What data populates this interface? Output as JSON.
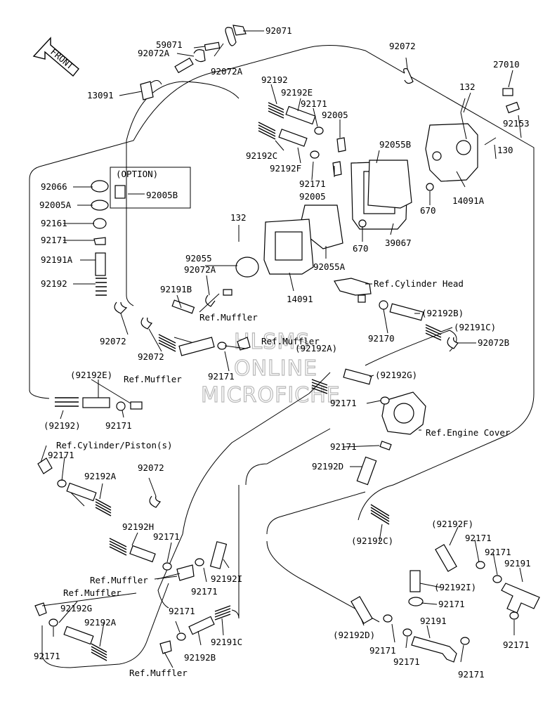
{
  "front_label": "FRONT",
  "option_label": "(OPTION)",
  "watermark": [
    "HLSMS",
    "ONLINE",
    "MICROFICHE"
  ],
  "labels": [
    {
      "id": "59071",
      "text": "59071"
    },
    {
      "id": "92071",
      "text": "92071"
    },
    {
      "id": "92072A_1",
      "text": "92072A"
    },
    {
      "id": "92072A_2",
      "text": "92072A"
    },
    {
      "id": "92072_1",
      "text": "92072"
    },
    {
      "id": "27010",
      "text": "27010"
    },
    {
      "id": "13091",
      "text": "13091"
    },
    {
      "id": "92192",
      "text": "92192"
    },
    {
      "id": "92192E",
      "text": "92192E"
    },
    {
      "id": "92171_1",
      "text": "92171"
    },
    {
      "id": "132_1",
      "text": "132"
    },
    {
      "id": "92005_1",
      "text": "92005"
    },
    {
      "id": "92153",
      "text": "92153"
    },
    {
      "id": "92192C",
      "text": "92192C"
    },
    {
      "id": "92055B",
      "text": "92055B"
    },
    {
      "id": "92192F",
      "text": "92192F"
    },
    {
      "id": "130",
      "text": "130"
    },
    {
      "id": "92171_2",
      "text": "92171"
    },
    {
      "id": "92005_2",
      "text": "92005"
    },
    {
      "id": "92066",
      "text": "92066"
    },
    {
      "id": "92005B",
      "text": "92005B"
    },
    {
      "id": "92005A",
      "text": "92005A"
    },
    {
      "id": "670_1",
      "text": "670"
    },
    {
      "id": "14091A",
      "text": "14091A"
    },
    {
      "id": "92161",
      "text": "92161"
    },
    {
      "id": "132_2",
      "text": "132"
    },
    {
      "id": "92171_3",
      "text": "92171"
    },
    {
      "id": "670_2",
      "text": "670"
    },
    {
      "id": "39067",
      "text": "39067"
    },
    {
      "id": "92055",
      "text": "92055"
    },
    {
      "id": "92072A_3",
      "text": "92072A"
    },
    {
      "id": "92191A",
      "text": "92191A"
    },
    {
      "id": "92055A",
      "text": "92055A"
    },
    {
      "id": "92192_2",
      "text": "92192"
    },
    {
      "id": "14091",
      "text": "14091"
    },
    {
      "id": "92191B",
      "text": "92191B"
    },
    {
      "id": "92192B_p",
      "text": "(92192B)"
    },
    {
      "id": "92170",
      "text": "92170"
    },
    {
      "id": "92191C_p",
      "text": "(92191C)"
    },
    {
      "id": "92072_2",
      "text": "92072"
    },
    {
      "id": "92072_3",
      "text": "92072"
    },
    {
      "id": "92072B",
      "text": "92072B"
    },
    {
      "id": "92192A_p",
      "text": "(92192A)"
    },
    {
      "id": "92171_4",
      "text": "92171"
    },
    {
      "id": "92192E_p",
      "text": "(92192E)"
    },
    {
      "id": "92192G_p",
      "text": "(92192G)"
    },
    {
      "id": "92171_5",
      "text": "92171"
    },
    {
      "id": "92192_p",
      "text": "(92192)"
    },
    {
      "id": "92171_6",
      "text": "92171"
    },
    {
      "id": "92171_7",
      "text": "92171"
    },
    {
      "id": "92171_8",
      "text": "92171"
    },
    {
      "id": "92192D",
      "text": "92192D"
    },
    {
      "id": "92072_4",
      "text": "92072"
    },
    {
      "id": "92192A",
      "text": "92192A"
    },
    {
      "id": "92192H",
      "text": "92192H"
    },
    {
      "id": "92171_9",
      "text": "92171"
    },
    {
      "id": "92192F_p",
      "text": "(92192F)"
    },
    {
      "id": "92192C_p",
      "text": "(92192C)"
    },
    {
      "id": "92171_10",
      "text": "92171"
    },
    {
      "id": "92171_11",
      "text": "92171"
    },
    {
      "id": "92191",
      "text": "92191"
    },
    {
      "id": "92192I",
      "text": "92192I"
    },
    {
      "id": "92171_12",
      "text": "92171"
    },
    {
      "id": "92192I_p",
      "text": "(92192I)"
    },
    {
      "id": "92171_13",
      "text": "92171"
    },
    {
      "id": "92192G",
      "text": "92192G"
    },
    {
      "id": "92192A_2",
      "text": "92192A"
    },
    {
      "id": "92171_14",
      "text": "92171"
    },
    {
      "id": "92191C",
      "text": "92191C"
    },
    {
      "id": "92192D_p",
      "text": "(92192D)"
    },
    {
      "id": "92191_2",
      "text": "92191"
    },
    {
      "id": "92171_15",
      "text": "92171"
    },
    {
      "id": "92192B",
      "text": "92192B"
    },
    {
      "id": "92171_16",
      "text": "92171"
    },
    {
      "id": "92171_17",
      "text": "92171"
    },
    {
      "id": "92171_18",
      "text": "92171"
    },
    {
      "id": "92171_19",
      "text": "92171"
    }
  ],
  "refs": {
    "cylinder_head": "Ref.Cylinder Head",
    "muffler_1": "Ref.Muffler",
    "muffler_2": "Ref.Muffler",
    "muffler_3": "Ref.Muffler",
    "muffler_4": "Ref.Muffler",
    "muffler_5": "Ref.Muffler",
    "muffler_6": "Ref.Muffler",
    "engine_cover": "Ref.Engine Cover",
    "cylinder_piston": "Ref.Cylinder/Piston(s)"
  }
}
